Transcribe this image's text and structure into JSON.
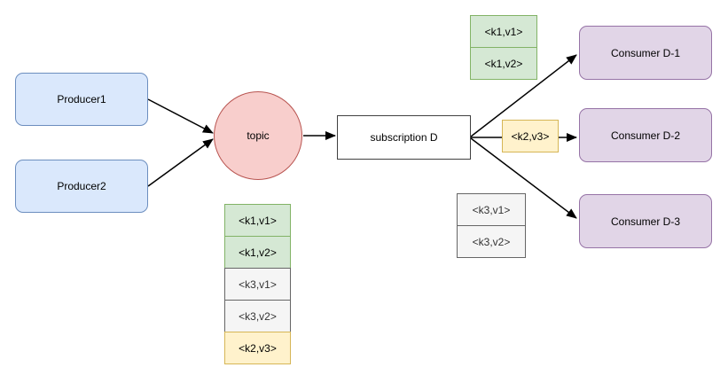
{
  "diagram": {
    "producers": [
      {
        "label": "Producer1"
      },
      {
        "label": "Producer2"
      }
    ],
    "topic": {
      "label": "topic"
    },
    "subscription": {
      "label": "subscription D"
    },
    "consumers": [
      {
        "label": "Consumer D-1"
      },
      {
        "label": "Consumer D-2"
      },
      {
        "label": "Consumer D-3"
      }
    ],
    "message_groups": {
      "k1_stack": [
        "<k1,v1>",
        "<k1,v2>"
      ],
      "k2_single": [
        "<k2,v3>"
      ],
      "k3_stack": [
        "<k3,v1>",
        "<k3,v2>"
      ],
      "topic_queue": [
        "<k1,v1>",
        "<k1,v2>",
        "<k3,v1>",
        "<k3,v2>",
        "<k2,v3>"
      ]
    },
    "colors": {
      "producer_fill": "#dae8fc",
      "producer_stroke": "#6c8ebf",
      "topic_fill": "#f8cecc",
      "topic_stroke": "#b85450",
      "subscription_fill": "#ffffff",
      "subscription_stroke": "#404040",
      "consumer_fill": "#e1d5e7",
      "consumer_stroke": "#9673a6",
      "msg_green_fill": "#d5e8d4",
      "msg_green_stroke": "#82b366",
      "msg_yellow_fill": "#fff2cc",
      "msg_yellow_stroke": "#d6b656",
      "msg_gray_fill": "#f5f5f5",
      "msg_gray_stroke": "#666666",
      "arrow": "#000000"
    }
  }
}
